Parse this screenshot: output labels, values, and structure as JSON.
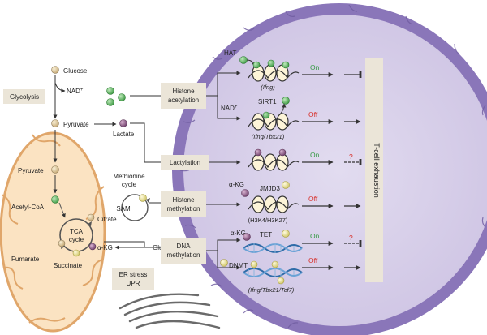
{
  "metabolism": {
    "glucose": "Glucose",
    "nad": "NAD",
    "nad_sup": "+",
    "glycolysis": "Glycolysis",
    "pyruvate": "Pyruvate",
    "lactate": "Lactate",
    "mito_pyruvate": "Pyruvate",
    "acetyl_coa": "Acetyl-CoA",
    "citrate": "Citrate",
    "tca_line1": "TCA",
    "tca_line2": "cycle",
    "akg": "α-KG",
    "fumarate": "Fumarate",
    "succinate": "Succinate",
    "glutamine": "Glutamine",
    "methionine_line1": "Methionine",
    "methionine_line2": "cycle",
    "sam": "SAM",
    "er_line1": "ER stress",
    "er_line2": "UPR"
  },
  "processes": {
    "histone_acetylation": [
      "Histone",
      "acetylation"
    ],
    "lactylation": "Lactylation",
    "histone_methylation": [
      "Histone",
      "methylation"
    ],
    "dna_methylation": [
      "DNA",
      "methylation"
    ]
  },
  "enzymes": {
    "hat": "HAT",
    "nad": "NAD",
    "nad_sup": "+",
    "sirt1": "SIRT1",
    "akg1": "α-KG",
    "jmjd3": "JMJD3",
    "akg2": "α-KG",
    "tet": "TET",
    "dnmt": "DNMT"
  },
  "genes": {
    "ifng": "Ifng",
    "ifng_tbx21": "Ifng/Tbx21",
    "h3k": "(H3K4/H3K27)",
    "ifng_tbx21_tcf7": "Ifng/Tbx21/Tcf7"
  },
  "states": {
    "on1": "On",
    "off1": "Off",
    "on2": "On",
    "off2": "Off",
    "on3": "On",
    "off3": "Off",
    "q1": "?",
    "q2": "?"
  },
  "outcome": "T-cell exhaustion",
  "colors": {
    "nucleus_fill": "#d9d1ea",
    "nucleus_edge": "#8a76b9",
    "mito_fill": "#fbe3c2",
    "mito_edge": "#e0a66a",
    "label_box": "#ebe5d8",
    "on_green": "#3a9b48",
    "off_red": "#d8302a",
    "green_dot": "#6cc46c",
    "purple_dot": "#8c5c8c",
    "yellow_dot": "#efe9a0"
  }
}
